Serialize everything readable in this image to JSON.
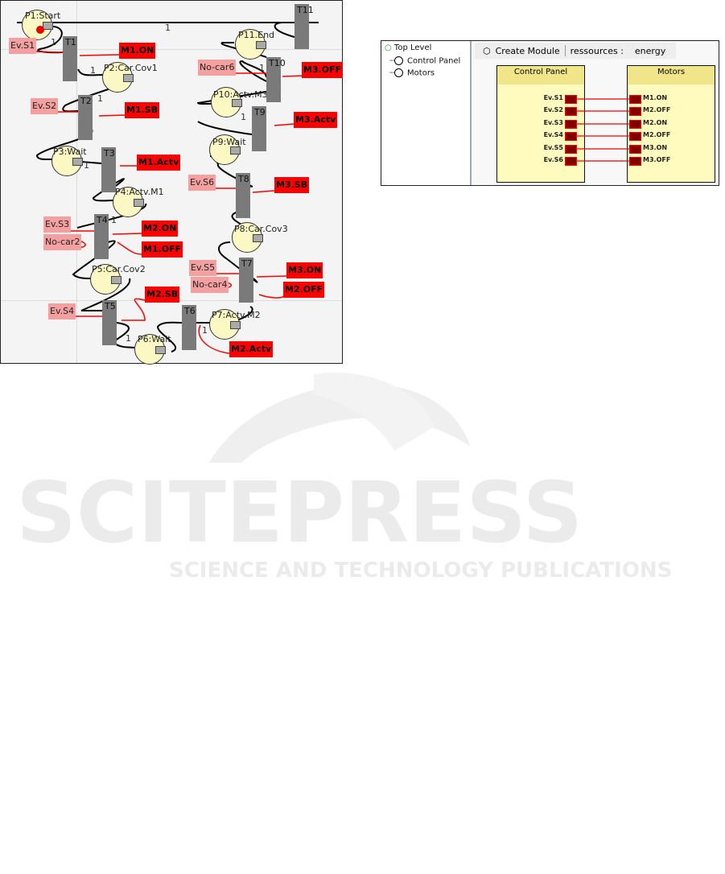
{
  "petri_net": {
    "places": [
      {
        "label": "P1:Start"
      },
      {
        "label": "P2:Car.Cov1"
      },
      {
        "label": "P3:Wait"
      },
      {
        "label": "P4:Actv.M1"
      },
      {
        "label": "P5:Car.Cov2"
      },
      {
        "label": "P6:Wait"
      },
      {
        "label": "P7:Actv.M2"
      },
      {
        "label": "P8:Car.Cov3"
      },
      {
        "label": "P9:Wait"
      },
      {
        "label": "P10:Actv.M3"
      },
      {
        "label": "P11.End"
      }
    ],
    "transitions": [
      "T1",
      "T2",
      "T3",
      "T4",
      "T5",
      "T6",
      "T7",
      "T8",
      "T9",
      "T10",
      "T11"
    ],
    "inputs": [
      "Ev.S1",
      "Ev.S2",
      "Ev.S3",
      "No-car2",
      "Ev.S4",
      "Ev.S5",
      "No-car4",
      "Ev.S6",
      "No-car6"
    ],
    "outputs": [
      "M1.ON",
      "M1.SB",
      "M1.Actv",
      "M2.ON",
      "M1.OFF",
      "M2.SB",
      "M2.Actv",
      "M3.ON",
      "M2.OFF",
      "M3.SB",
      "M3.Actv",
      "M3.OFF"
    ],
    "arc_weight": "1"
  },
  "module_editor": {
    "tree": {
      "root": "Top Level",
      "children": [
        "Control Panel",
        "Motors"
      ]
    },
    "toolbar": {
      "create_module": "Create Module",
      "resources_label": "ressources :",
      "resources_value": "energy"
    },
    "modules": [
      {
        "title": "Control Panel",
        "ports": [
          "Ev.S1",
          "Ev.S2",
          "Ev.S3",
          "Ev.S4",
          "Ev.S5",
          "Ev.S6"
        ]
      },
      {
        "title": "Motors",
        "ports": [
          "M1.ON",
          "M2.OFF",
          "M2.ON",
          "M2.OFF",
          "M3.ON",
          "M3.OFF"
        ]
      }
    ]
  },
  "watermark": {
    "title": "SCITEPRESS",
    "subtitle": "SCIENCE AND TECHNOLOGY PUBLICATIONS"
  },
  "colors": {
    "input": "#f4a0a0",
    "output": "#ff0000",
    "place": "#fcf8c4",
    "transition": "#7a7a7a",
    "port": "#800000"
  }
}
